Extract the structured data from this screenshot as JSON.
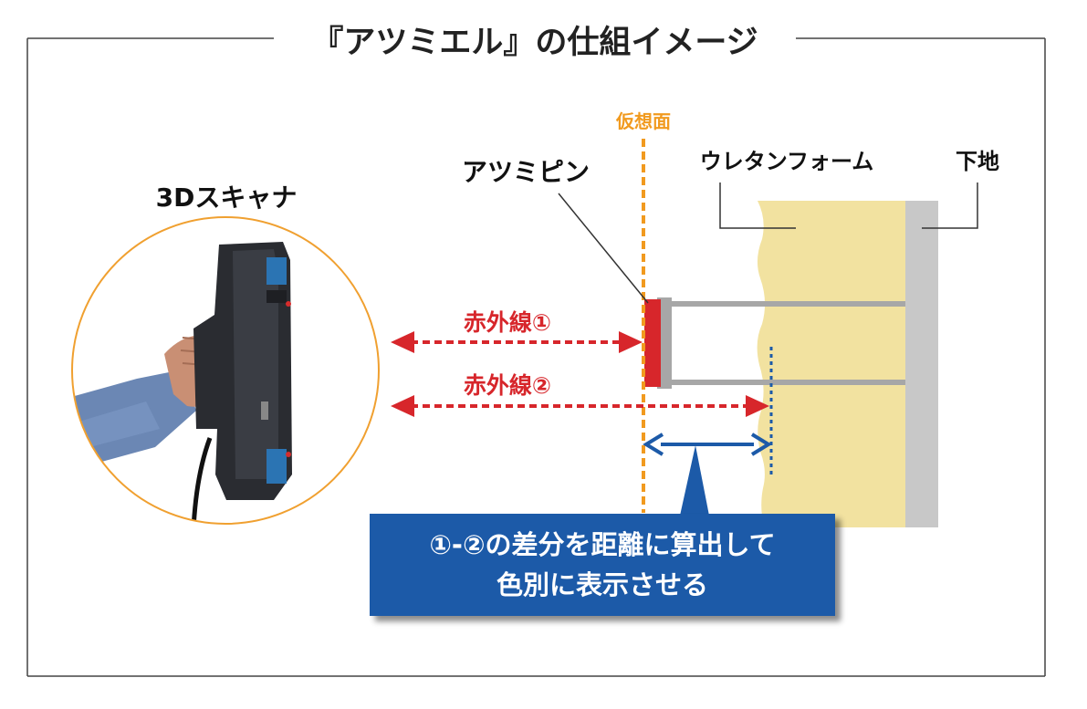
{
  "title": "『アツミエル』の仕組イメージ",
  "labels": {
    "scanner": "3Dスキャナ",
    "virtual_plane": "仮想面",
    "atsumi_pin": "アツミピン",
    "urethane_foam": "ウレタンフォーム",
    "substrate": "下地",
    "infrared_1": "赤外線①",
    "infrared_2": "赤外線②"
  },
  "callout": {
    "line1": "①-②の差分を距離に算出して",
    "line2": "色別に表示させる"
  },
  "colors": {
    "infrared": "#d7262b",
    "virtual_plane": "#f19a1f",
    "accent_blue": "#1c5aa8",
    "foam": "#f2e2a0",
    "substrate": "#c8c8c8",
    "circle": "#f0a030"
  }
}
